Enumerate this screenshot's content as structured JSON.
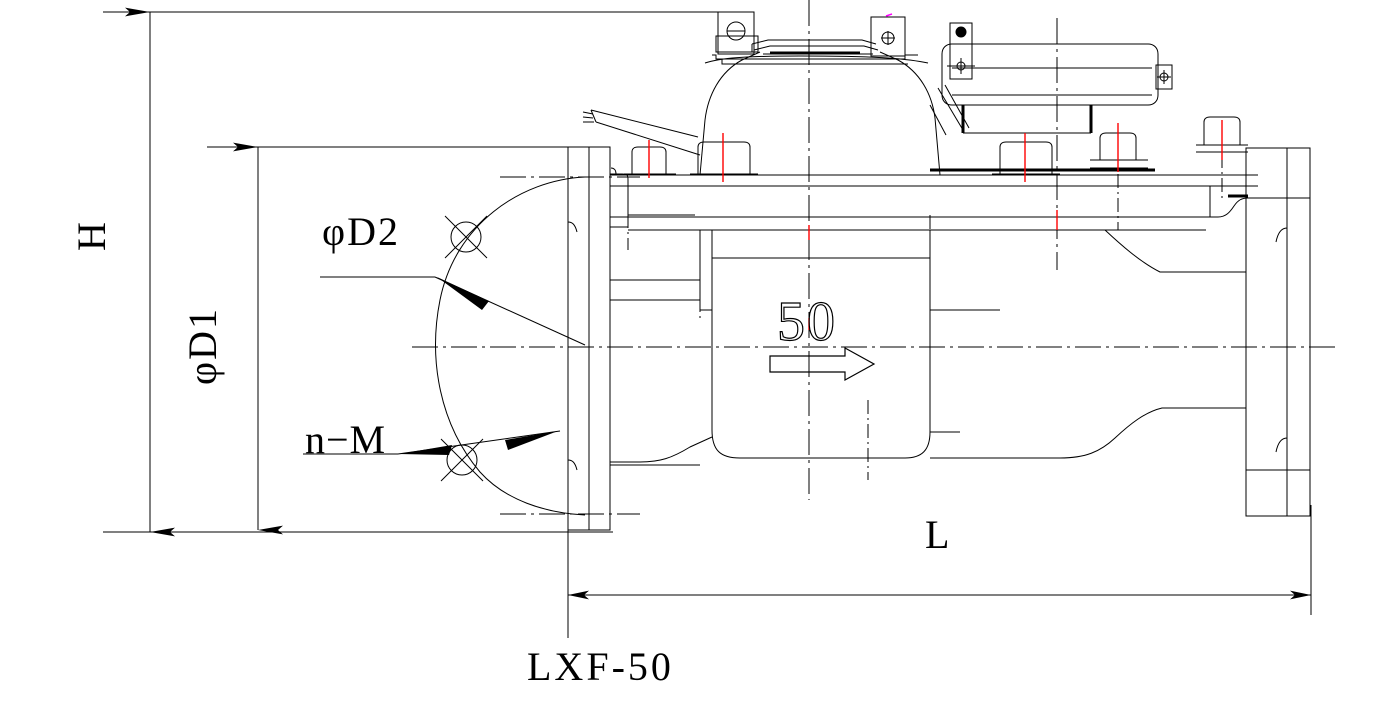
{
  "drawing": {
    "title": "LXF-50",
    "subject": "woltman-water-meter-side-view",
    "model_label": "LXF-50",
    "nominal_size_marking": "50",
    "flow_direction_icon": "flow-arrow-icon",
    "background_color": "#ffffff",
    "line_color": "#000000",
    "centerline_color": "#000000",
    "accent_color": "#ff0000"
  },
  "dimensions": {
    "height_label": "H",
    "flange_outer_diameter_label": "φD1",
    "bolt_circle_diameter_label": "φD2",
    "bolt_count_thread_label": "n−M",
    "length_label": "L"
  },
  "annotations": {
    "body_marking": "50",
    "model_code": "LXF-50"
  },
  "views": [
    {
      "name": "flange-end-view",
      "description": "Half end view of inlet flange with bolt circle"
    },
    {
      "name": "side-section-view",
      "description": "Side elevation of woltman water meter body with register head"
    }
  ]
}
